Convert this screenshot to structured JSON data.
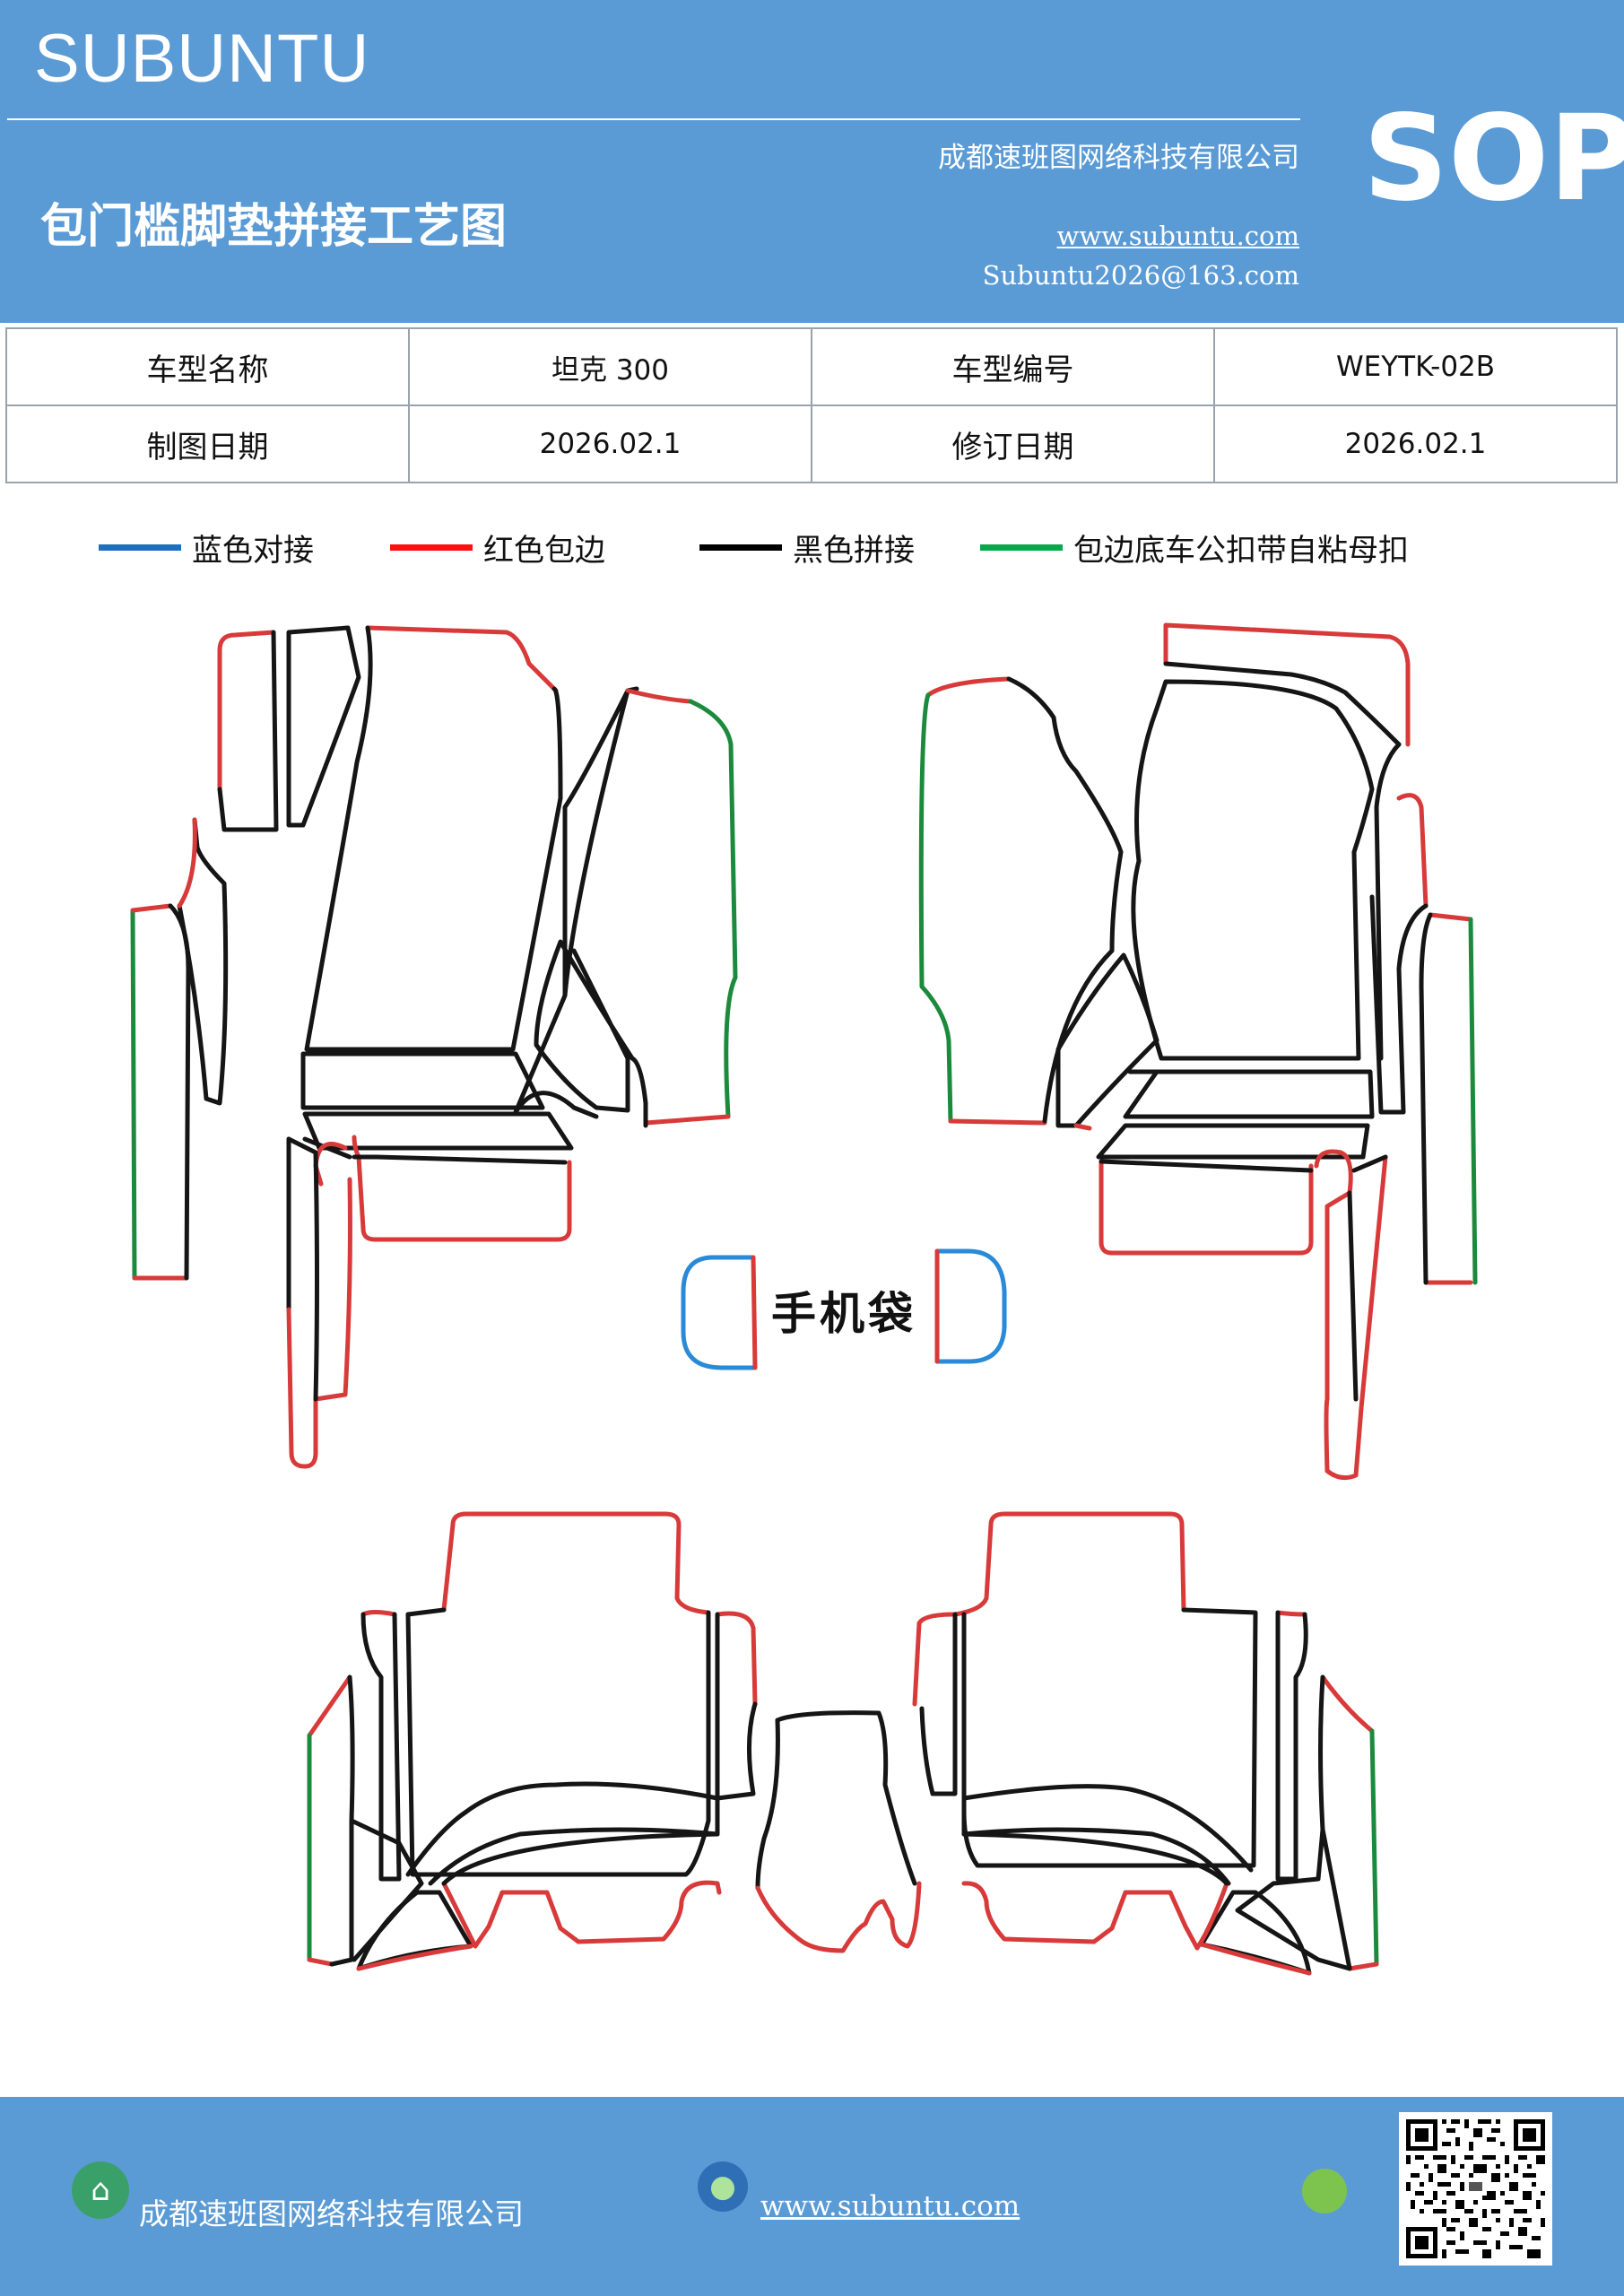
{
  "header": {
    "brand": "SUBUNTU",
    "title": "包门槛脚垫拼接工艺图",
    "company": "成都速班图网络科技有限公司",
    "website": "www.subuntu.com",
    "email": "Subuntu2026@163.com",
    "badge": "SOP"
  },
  "info": {
    "model_name_label": "车型名称",
    "model_name": "坦克 300",
    "model_code_label": "车型编号",
    "model_code": "WEYTK-02B",
    "draw_date_label": "制图日期",
    "draw_date": "2026.02.1",
    "revise_date_label": "修订日期",
    "revise_date": "2026.02.1"
  },
  "legend": [
    {
      "color": "#1f6fbf",
      "label": "蓝色对接"
    },
    {
      "color": "#ff1010",
      "label": "红色包边"
    },
    {
      "color": "#000000",
      "label": "黑色拼接"
    },
    {
      "color": "#0aa64a",
      "label": "包边底车公扣带自粘母扣"
    }
  ],
  "colors": {
    "red": "#d83a3a",
    "black": "#151515",
    "green": "#1c8a3c",
    "blue": "#2a8ad8"
  },
  "phone_pouch_label": "手机袋",
  "footer": {
    "company": "成都速班图网络科技有限公司",
    "website": "www.subuntu.com"
  }
}
